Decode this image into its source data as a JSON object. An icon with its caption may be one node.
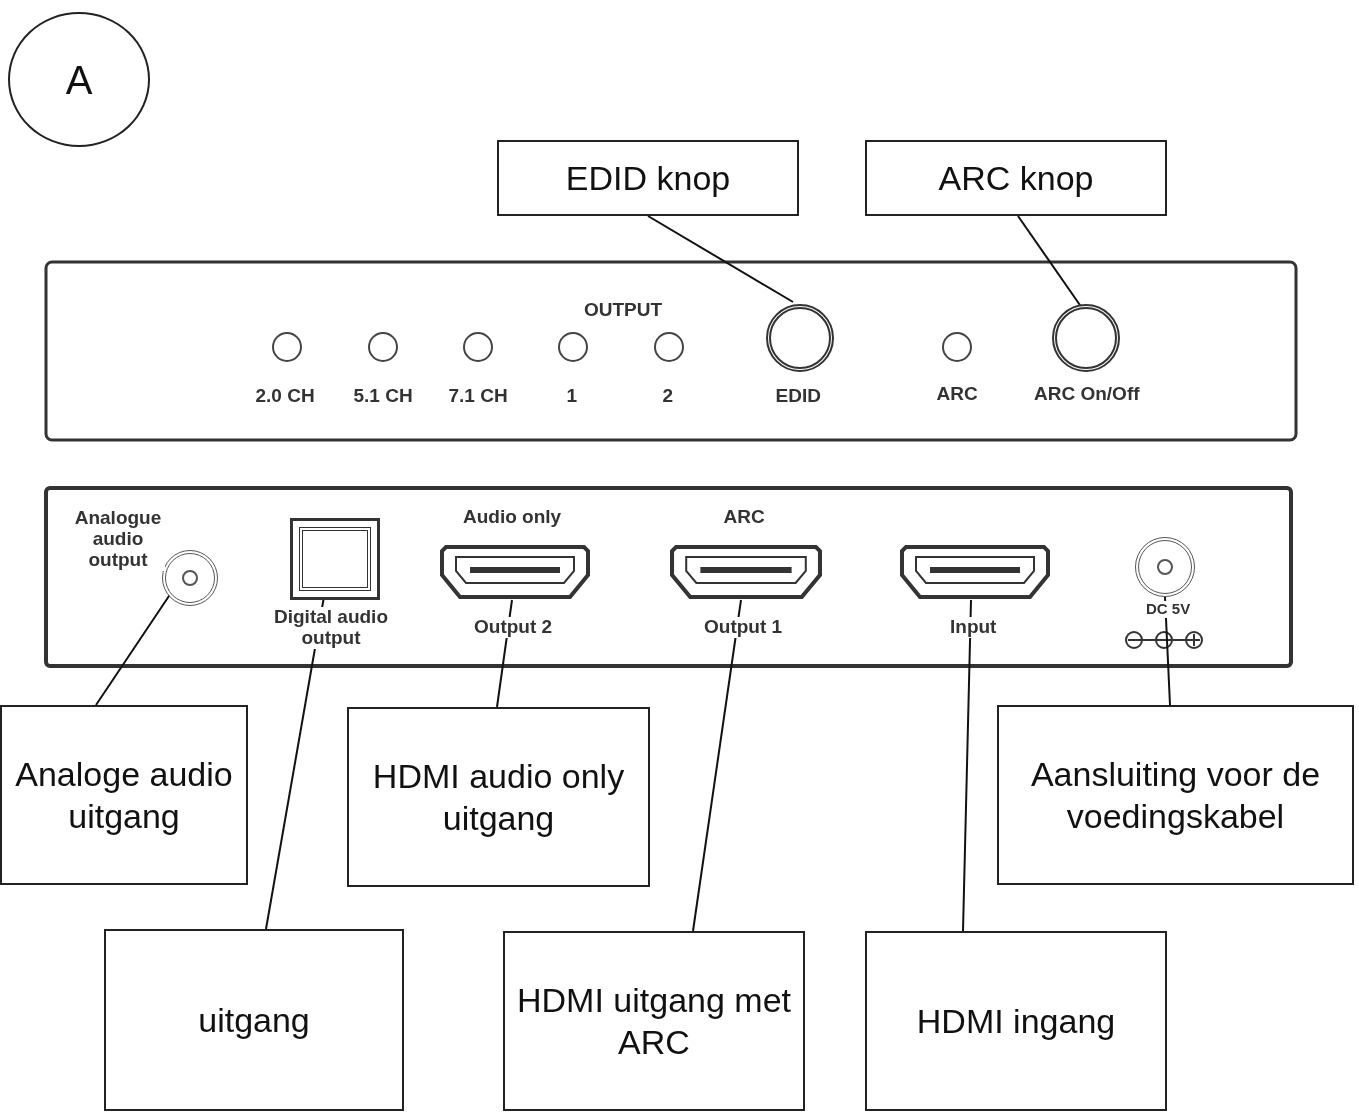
{
  "diagram": {
    "nodes": [
      {
        "text": [
          "A"
        ]
      },
      {
        "text": [
          "EDID knop"
        ]
      },
      {
        "text": [
          "ARC knop"
        ]
      },
      {
        "text": [],
        "shape": "circle",
        "beside": [
          "EDID"
        ]
      },
      {
        "text": [],
        "shape": "circle",
        "beside": [
          "ARC On/Off"
        ]
      },
      {
        "text": [],
        "shape": "circle",
        "beside": [
          "Analogue audio output"
        ]
      },
      {
        "text": [],
        "shape": "box",
        "beside": [
          "Digital audio output"
        ]
      },
      {
        "text": [],
        "shape": "box",
        "beside": [
          "Audio only",
          "Output 2"
        ]
      },
      {
        "text": [],
        "shape": "box",
        "beside": [
          "ARC",
          "Output 1"
        ]
      },
      {
        "text": [],
        "shape": "box",
        "beside": [
          "Input"
        ]
      },
      {
        "text": [],
        "shape": "circle",
        "beside": [
          "DC 5V"
        ]
      },
      {
        "text": [
          "Analoge audio uitgang"
        ]
      },
      {
        "text": [
          "uitgang"
        ]
      },
      {
        "text": [
          "HDMI audio only uitgang"
        ]
      },
      {
        "text": [
          "HDMI uitgang met ARC"
        ]
      },
      {
        "text": [
          "HDMI ingang"
        ]
      },
      {
        "text": [
          "Aansluiting voor de voedingskabel"
        ]
      }
    ],
    "edges": [
      {
        "from": 1,
        "to": 3,
        "arrow": "none"
      },
      {
        "from": 2,
        "to": 4,
        "arrow": "none"
      },
      {
        "from": 11,
        "to": 5,
        "arrow": "none"
      },
      {
        "from": 12,
        "to": 6,
        "arrow": "none"
      },
      {
        "from": 13,
        "to": 7,
        "arrow": "none"
      },
      {
        "from": 14,
        "to": 8,
        "arrow": "none"
      },
      {
        "from": 15,
        "to": 9,
        "arrow": "none"
      },
      {
        "from": 16,
        "to": 10,
        "arrow": "none"
      }
    ],
    "labels": [
      "OUTPUT",
      "2.0 CH",
      "5.1 CH",
      "7.1 CH",
      "1",
      "2",
      "ARC"
    ]
  }
}
